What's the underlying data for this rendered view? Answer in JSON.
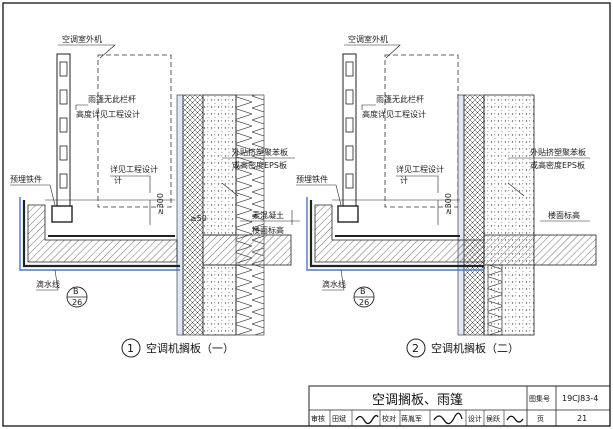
{
  "detail1": {
    "label_unit": "空调室外机",
    "label_no_railing": "雨篷无此栏杆",
    "label_railing_height": "高度详见工程设计",
    "label_detail_design_1": "详见工程设计",
    "label_detail_design_2": "计",
    "label_embedded": "预埋铁件",
    "label_insulation_1": "外贴挤塑聚苯板",
    "label_insulation_2": "或高密度EPS板",
    "label_concrete": "素混凝土",
    "label_floor_level": "楼面标高",
    "label_drip": "滴水线",
    "dim_300": "≥300",
    "dim_50": "≥50",
    "ref_letter": "B",
    "ref_page": "26",
    "caption_number": "1",
    "caption_text": "空调机搁板（一）"
  },
  "detail2": {
    "label_unit": "空调室外机",
    "label_no_railing": "雨篷无此栏杆",
    "label_railing_height": "高度详见工程设计",
    "label_detail_design_1": "详见工程设计",
    "label_detail_design_2": "计",
    "label_embedded": "预埋铁件",
    "label_insulation_1": "外贴挤塑聚苯板",
    "label_insulation_2": "或高密度EPS板",
    "label_floor_level": "楼面标高",
    "label_drip": "滴水线",
    "dim_300": "≥300",
    "ref_letter": "B",
    "ref_page": "26",
    "caption_number": "2",
    "caption_text": "空调机搁板（二）"
  },
  "title_block": {
    "title": "空调搁板、雨篷",
    "atlas_label": "图集号",
    "atlas_number": "19CJ83-4",
    "review_label": "审核",
    "review_name": "田斌",
    "check_label": "校对",
    "check_name": "蒋胤军",
    "design_label": "设计",
    "design_name": "侯跃",
    "page_label": "页",
    "page_number": "21"
  }
}
